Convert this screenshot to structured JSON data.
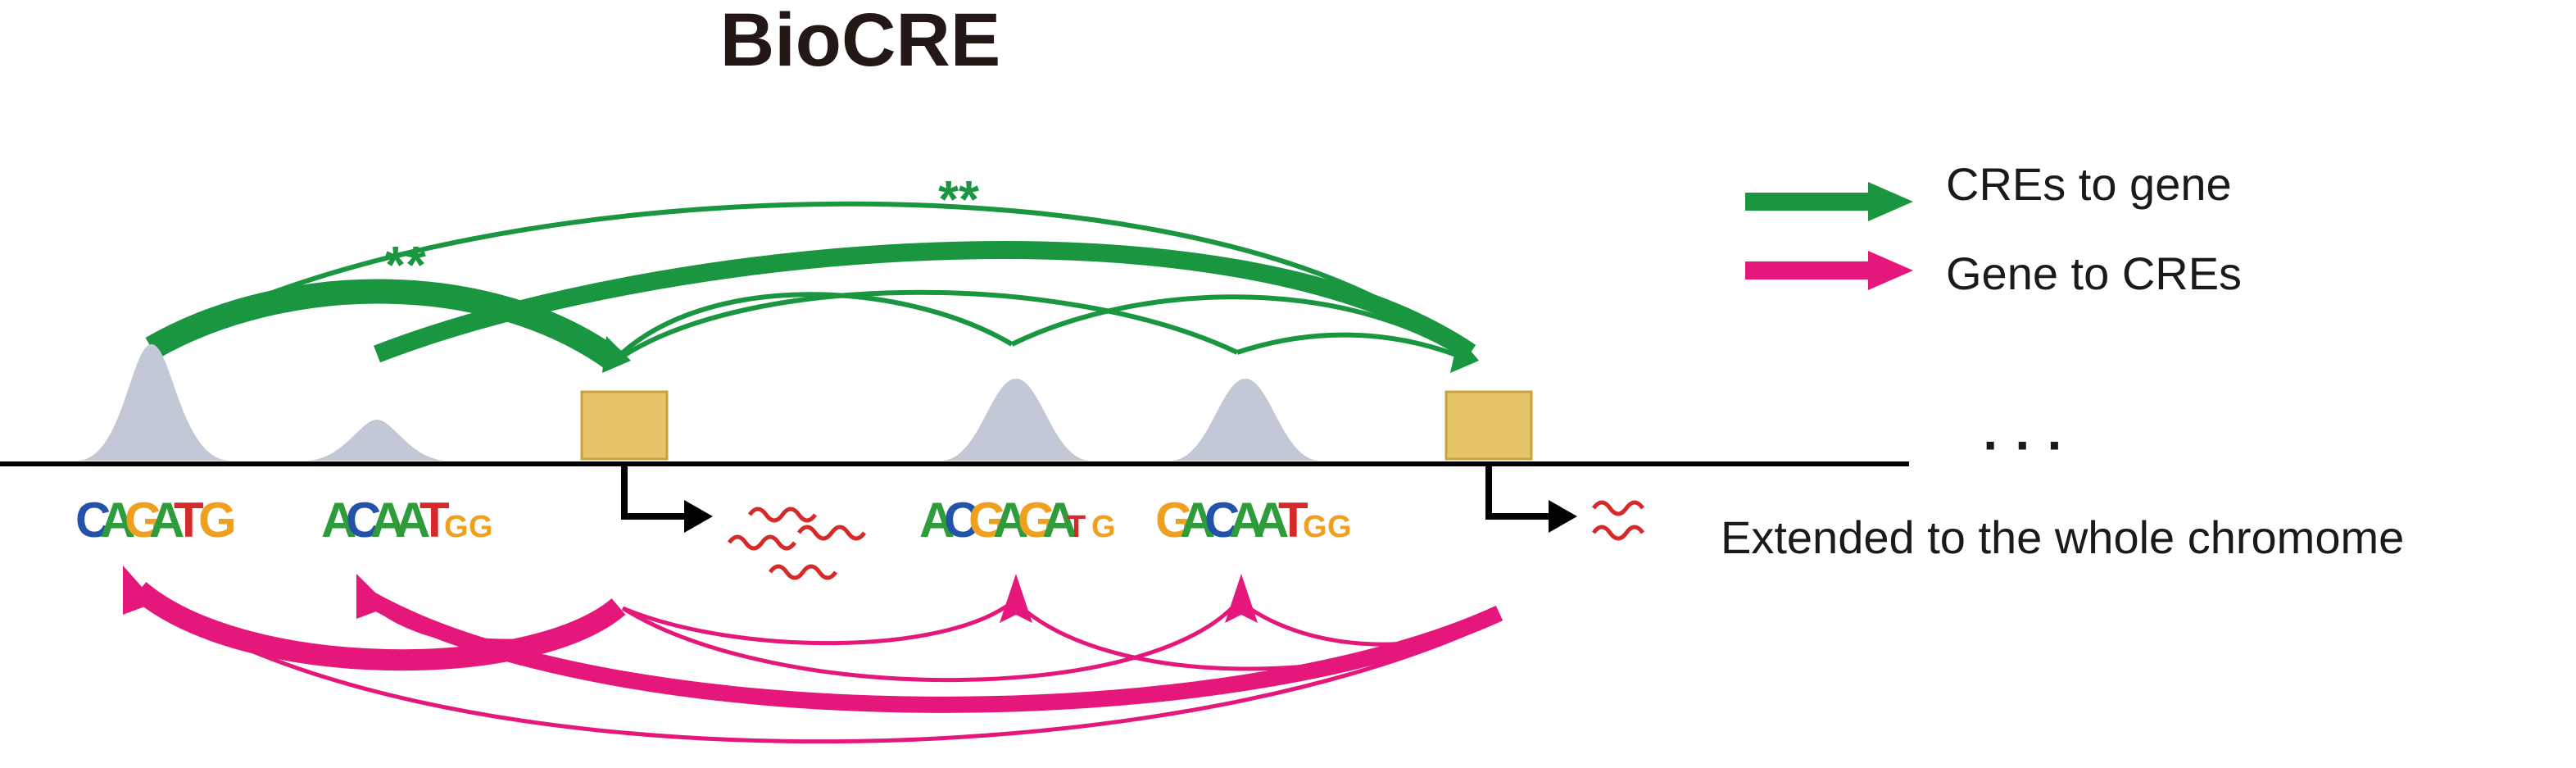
{
  "title": "BioCRE",
  "legend": {
    "cre_to_gene": {
      "label": "CREs to gene",
      "color": "#1a9641"
    },
    "gene_to_cre": {
      "label": "Gene to CREs",
      "color": "#e6177a"
    }
  },
  "note": "Extended to the whole chromome",
  "ellipsis": "· · ·",
  "significance_mark": "**",
  "colors": {
    "peak": "#c3c8d6",
    "gene_box": "#e5c46a",
    "gene_box_border": "#c9a23c",
    "transcript": "#d42a2a",
    "baseline": "#000000",
    "green": "#1a9641",
    "magenta": "#e6177a"
  },
  "motifs": [
    {
      "letters": [
        {
          "ch": "C",
          "color": "#2353a8"
        },
        {
          "ch": "A",
          "color": "#2e9c3a"
        },
        {
          "ch": "G",
          "color": "#f0a020"
        },
        {
          "ch": "A",
          "color": "#2e9c3a"
        },
        {
          "ch": "T",
          "color": "#d42a2a"
        },
        {
          "ch": "G",
          "color": "#f0a020"
        }
      ]
    },
    {
      "letters": [
        {
          "ch": "A",
          "color": "#2e9c3a"
        },
        {
          "ch": "C",
          "color": "#2353a8"
        },
        {
          "ch": "A",
          "color": "#2e9c3a"
        },
        {
          "ch": "A",
          "color": "#2e9c3a"
        },
        {
          "ch": "T",
          "color": "#d42a2a"
        },
        {
          "ch": "G",
          "color": "#f0a020"
        },
        {
          "ch": "G",
          "color": "#f0a020"
        }
      ]
    },
    {
      "letters": [
        {
          "ch": "A",
          "color": "#2e9c3a"
        },
        {
          "ch": "C",
          "color": "#2353a8"
        },
        {
          "ch": "G",
          "color": "#f0a020"
        },
        {
          "ch": "A",
          "color": "#2e9c3a"
        },
        {
          "ch": "G",
          "color": "#f0a020"
        },
        {
          "ch": "A",
          "color": "#2e9c3a"
        },
        {
          "ch": "T",
          "color": "#d42a2a"
        },
        {
          "ch": "G",
          "color": "#f0a020"
        }
      ]
    },
    {
      "letters": [
        {
          "ch": "G",
          "color": "#f0a020"
        },
        {
          "ch": "A",
          "color": "#2e9c3a"
        },
        {
          "ch": "C",
          "color": "#2353a8"
        },
        {
          "ch": "A",
          "color": "#2e9c3a"
        },
        {
          "ch": "A",
          "color": "#2e9c3a"
        },
        {
          "ch": "T",
          "color": "#d42a2a"
        },
        {
          "ch": "G",
          "color": "#f0a020"
        },
        {
          "ch": "G",
          "color": "#f0a020"
        }
      ]
    }
  ]
}
